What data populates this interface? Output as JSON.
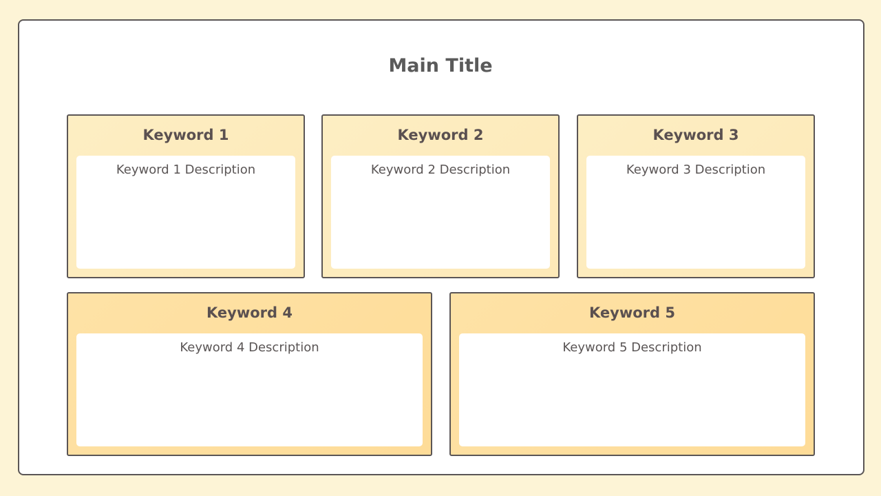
{
  "slide": {
    "title": "Main Title",
    "colors": {
      "page_background": "#fdf4d6",
      "frame_border": "#5a5555",
      "row1_card_fill": "#fdecbf",
      "row2_card_fill": "#fedf9f",
      "text": "#5a5555"
    }
  },
  "cards": [
    {
      "title": "Keyword 1",
      "description": "Keyword 1 Description"
    },
    {
      "title": "Keyword 2",
      "description": "Keyword 2 Description"
    },
    {
      "title": "Keyword 3",
      "description": "Keyword 3 Description"
    },
    {
      "title": "Keyword 4",
      "description": "Keyword 4 Description"
    },
    {
      "title": "Keyword 5",
      "description": "Keyword 5 Description"
    }
  ]
}
